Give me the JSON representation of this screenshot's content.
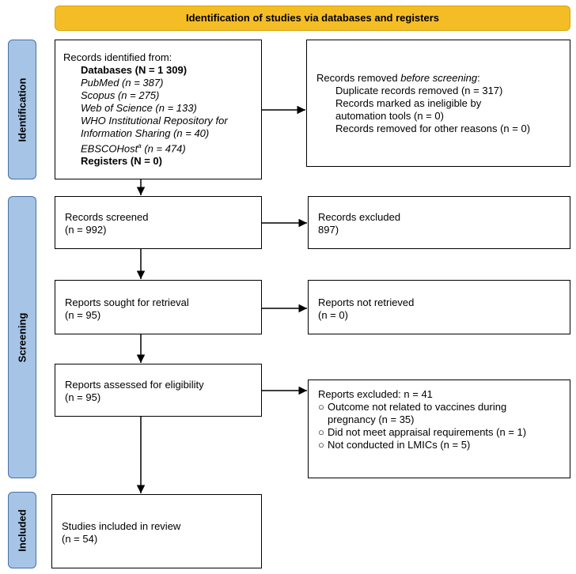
{
  "header": "Identification of studies via databases and registers",
  "phases": {
    "identification": "Identification",
    "screening": "Screening",
    "included": "Included"
  },
  "identified": {
    "intro": "Records identified from:",
    "databases": "Databases (N = 1 309)",
    "pubmed": "PubMed (n = 387)",
    "scopus": "Scopus (n = 275)",
    "wos": "Web of Science (n = 133)",
    "who_line1": "WHO Institutional Repository for",
    "who_line2": "Information Sharing (n = 40)",
    "ebsco": "EBSCOHost",
    "ebsco_sup": "a",
    "ebsco_count": " (n = 474)",
    "registers": "Registers (N = 0)"
  },
  "removed": {
    "title_pre": "Records removed ",
    "title_em": "before screening",
    "title_post": ":",
    "duplicates": "Duplicate records removed (n = 317)",
    "ineligible_line1": "Records marked as ineligible by",
    "ineligible_line2": "automation tools (n = 0)",
    "other": "Records removed for other reasons (n = 0)"
  },
  "screened": {
    "label": "Records screened",
    "count": "(n = 992)"
  },
  "excluded": {
    "label": "Records excluded",
    "count": "897)"
  },
  "sought": {
    "label": "Reports sought for retrieval",
    "count": "(n = 95)"
  },
  "not_retrieved": {
    "label": "Reports not retrieved",
    "count": "(n = 0)"
  },
  "assessed": {
    "label": "Reports assessed for eligibility",
    "count": "(n = 95)"
  },
  "reports_excluded": {
    "title": "Reports excluded: n = 41",
    "bullet_mark": "○",
    "reason1_line1": "Outcome not related to vaccines during",
    "reason1_line2": "pregnancy (n = 35)",
    "reason2": "Did not meet appraisal requirements (n = 1)",
    "reason3": "Not conducted in LMICs (n = 5)"
  },
  "included": {
    "label": "Studies included in review",
    "count": "(n = 54)"
  }
}
